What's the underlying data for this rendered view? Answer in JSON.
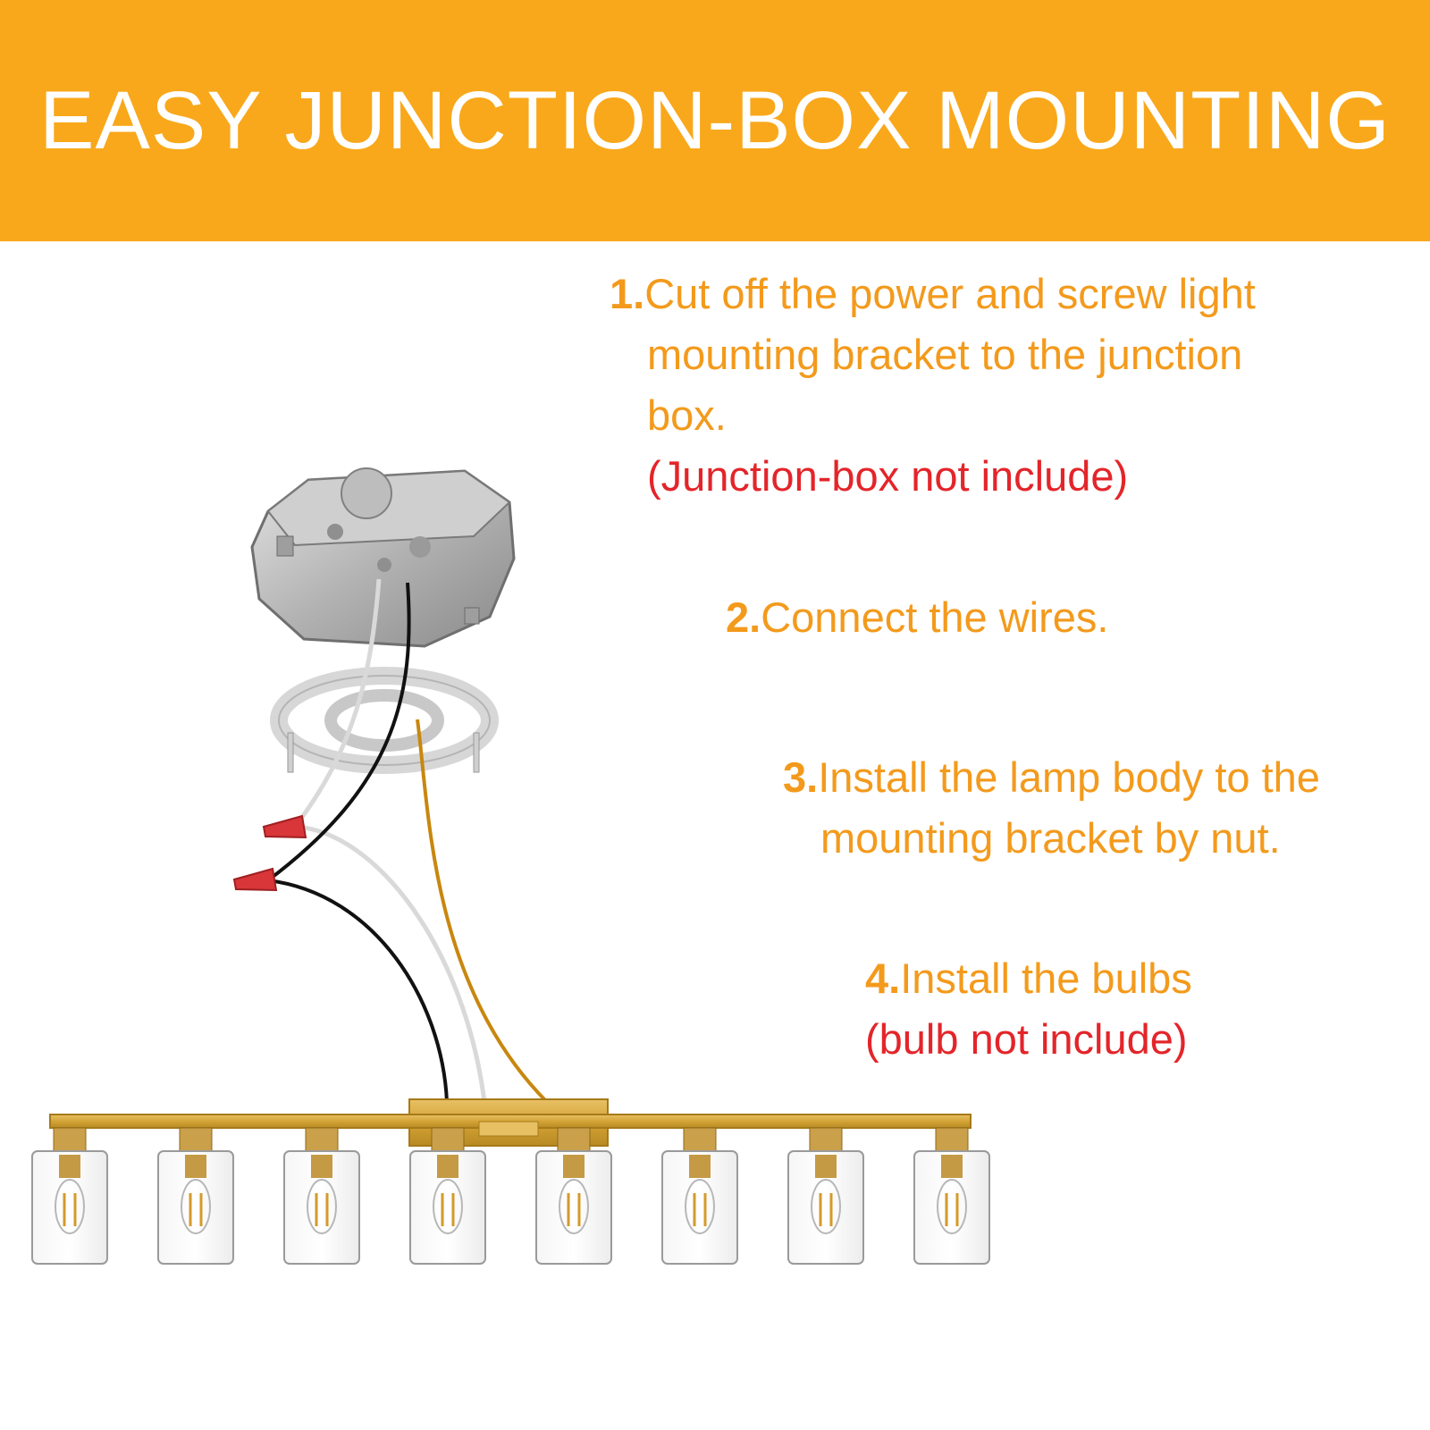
{
  "banner": {
    "title": "EASY JUNCTION-BOX MOUNTING",
    "background_color": "#f9a81b",
    "text_color": "#ffffff"
  },
  "steps": [
    {
      "number": "1.",
      "lines": [
        "Cut off the power and screw light",
        "mounting bracket to the junction",
        "box."
      ],
      "note": "(Junction-box not include)"
    },
    {
      "number": "2.",
      "lines": [
        "Connect the wires."
      ],
      "note": ""
    },
    {
      "number": "3.",
      "lines": [
        "Install the lamp body to the",
        "mounting bracket by nut."
      ],
      "note": ""
    },
    {
      "number": "4.",
      "lines": [
        "Install the bulbs"
      ],
      "note": "(bulb not include)"
    }
  ],
  "colors": {
    "step_text": "#f39a1c",
    "note_text": "#e3252a",
    "fixture_gold": "#d4a437",
    "wire_black": "#111111",
    "wire_white": "#d9d9d9",
    "wire_ground": "#c8870f",
    "wire_nut": "#d9363a"
  },
  "illustration": {
    "junction_box_icon": "junction-box",
    "bracket_icon": "mounting-bracket",
    "wire_nut_count": 2,
    "bulb_count": 8
  }
}
